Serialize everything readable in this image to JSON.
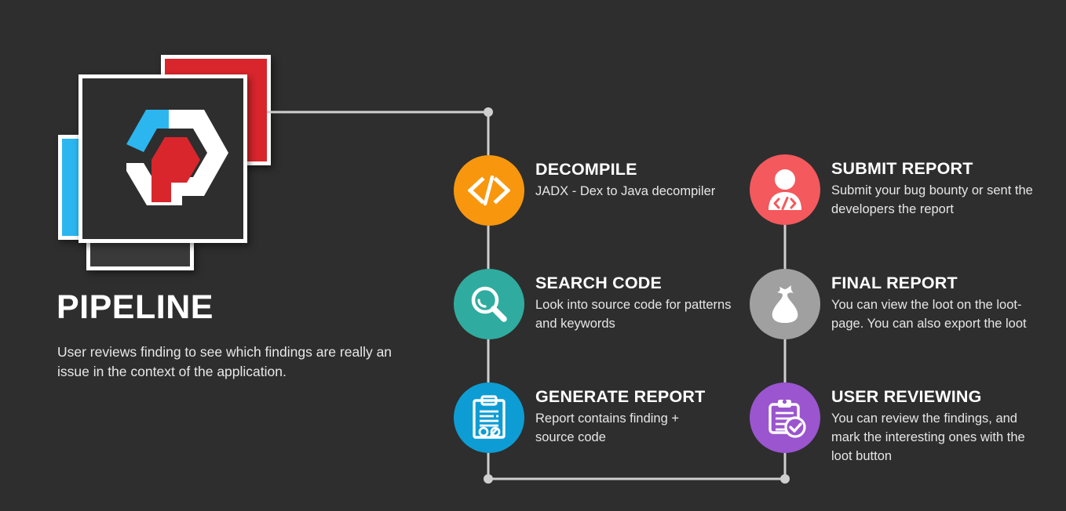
{
  "meta": {
    "background_color": "#2e2e2e",
    "connector_color": "#cfcfcf"
  },
  "hero": {
    "title": "PIPELINE",
    "description": "User reviews finding to see which findings are really an issue in the context of the application.",
    "logo_name": "jadx-hexagon-logo",
    "cards": [
      {
        "name": "card-red",
        "color": "#d9262c"
      },
      {
        "name": "card-blue",
        "color": "#2cb6f0"
      },
      {
        "name": "card-dark-bottom",
        "color": "#3a3a3a"
      },
      {
        "name": "card-main",
        "color": "#2e2e2e"
      }
    ],
    "logo_colors": {
      "blue": "#2cb6f0",
      "red": "#d9262c",
      "white": "#ffffff"
    }
  },
  "steps": [
    {
      "id": "decompile",
      "title": "DECOMPILE",
      "description": "JADX - Dex to Java decompiler",
      "color": "#f8970e",
      "icon": "code-brackets-icon",
      "column": "left",
      "order": 1
    },
    {
      "id": "search-code",
      "title": "SEARCH CODE",
      "description": "Look into source code for patterns and keywords",
      "color": "#2fac9f",
      "icon": "magnifier-icon",
      "column": "left",
      "order": 2
    },
    {
      "id": "generate-report",
      "title": "GENERATE REPORT",
      "description": "Report contains finding + source code",
      "color": "#0d9dd4",
      "icon": "clipboard-report-icon",
      "column": "left",
      "order": 3
    },
    {
      "id": "submit-report",
      "title": "SUBMIT REPORT",
      "description": "Submit your bug bounty or sent the developers the report",
      "color": "#f4595d",
      "icon": "person-code-icon",
      "column": "right",
      "order": 4
    },
    {
      "id": "final-report",
      "title": "FINAL REPORT",
      "description": "You can view the loot on the loot-page. You can also export the loot",
      "color": "#a0a0a0",
      "icon": "money-bag-icon",
      "column": "right",
      "order": 5
    },
    {
      "id": "user-reviewing",
      "title": "USER REVIEWING",
      "description": "You can review the findings, and mark the interesting ones with the loot button",
      "color": "#9b55cf",
      "icon": "clipboard-check-icon",
      "column": "right",
      "order": 6
    }
  ]
}
